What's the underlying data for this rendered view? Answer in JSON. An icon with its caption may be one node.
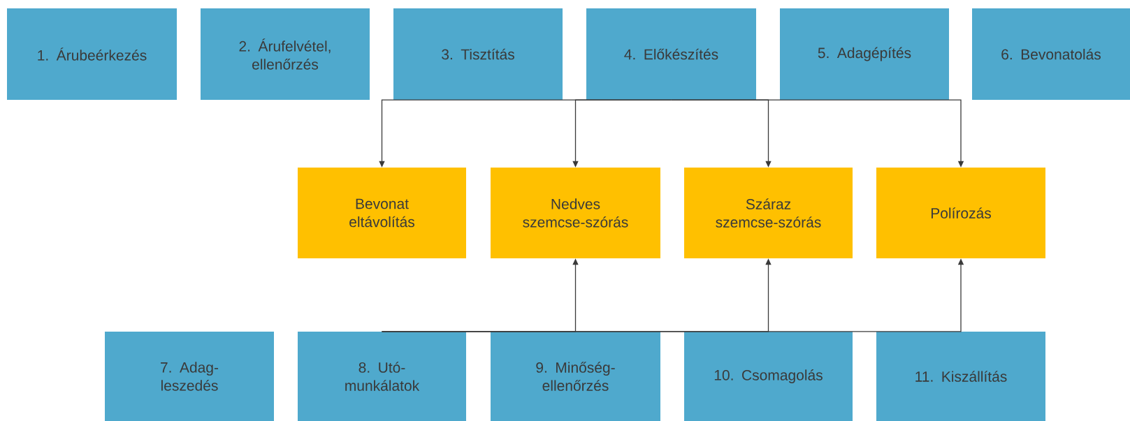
{
  "diagram": {
    "nodes": [
      {
        "text": [
          "1. Árubeérkezés"
        ]
      },
      {
        "text": [
          "2. Árufelvétel, ellenőrzés"
        ]
      },
      {
        "text": [
          "3. Tisztítás"
        ]
      },
      {
        "text": [
          "4. Előkészítés"
        ]
      },
      {
        "text": [
          "5. Adagépítés"
        ]
      },
      {
        "text": [
          "6. Bevonatolás"
        ]
      },
      {
        "text": [
          "Bevonat eltávolítás"
        ]
      },
      {
        "text": [
          "Nedves szemcse-szórás"
        ]
      },
      {
        "text": [
          "Száraz szemcse-szórás"
        ]
      },
      {
        "text": [
          "Polírozás"
        ]
      },
      {
        "text": [
          "7. Adag-leszedés"
        ]
      },
      {
        "text": [
          "8. Utó-munkálatok"
        ]
      },
      {
        "text": [
          "9. Minőség-ellenőrzés"
        ]
      },
      {
        "text": [
          "10. Csomagolás"
        ]
      },
      {
        "text": [
          "11. Kiszállítás"
        ]
      }
    ],
    "edges": [
      {
        "from": 3,
        "to": 6,
        "arrow": "to"
      },
      {
        "from": 3,
        "to": 7,
        "arrow": "to"
      },
      {
        "from": 3,
        "to": 8,
        "arrow": "to"
      },
      {
        "from": 3,
        "to": 9,
        "arrow": "to"
      },
      {
        "from": 11,
        "to": 7,
        "arrow": "to"
      },
      {
        "from": 11,
        "to": 8,
        "arrow": "to"
      },
      {
        "from": 11,
        "to": 9,
        "arrow": "to"
      }
    ]
  }
}
